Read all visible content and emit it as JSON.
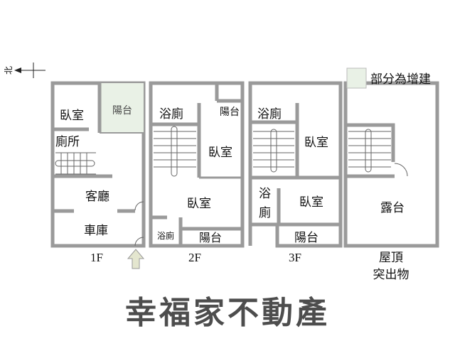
{
  "north_label": "北",
  "legend": {
    "label": "部分為增建",
    "swatch_color": "#e9f1e6"
  },
  "watermark": "幸福家不動產",
  "colors": {
    "wall": "#9a9a9a",
    "addition": "#e9f1e6",
    "entrance_arrow": "#e4e6cf"
  },
  "floors": {
    "f1": {
      "name": "1F",
      "rooms": [
        "臥室",
        "陽台",
        "廁所",
        "客廳",
        "車庫"
      ]
    },
    "f2": {
      "name": "2F",
      "rooms": [
        "浴廁",
        "陽台",
        "臥室",
        "臥室",
        "浴廁",
        "陽台"
      ]
    },
    "f3": {
      "name": "3F",
      "rooms": [
        "浴廁",
        "臥室",
        "浴",
        "廁",
        "臥室",
        "陽台"
      ]
    },
    "roof": {
      "name_line1": "屋頂",
      "name_line2": "突出物",
      "rooms": [
        "露台"
      ]
    }
  }
}
